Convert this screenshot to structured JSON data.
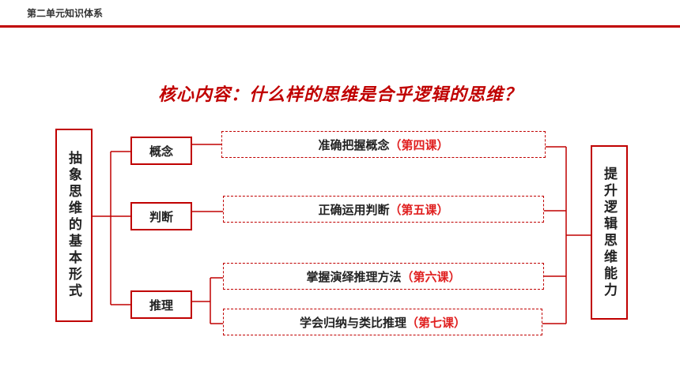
{
  "header": {
    "title": "第二单元知识体系"
  },
  "main_title": "核心内容：什么样的思维是合乎逻辑的思维？",
  "left_box": {
    "label": "抽象思维的基本形式"
  },
  "right_box": {
    "label": "提升逻辑思维能力"
  },
  "categories": [
    {
      "label": "概念"
    },
    {
      "label": "判断"
    },
    {
      "label": "推理"
    }
  ],
  "items": [
    {
      "text": "准确把握概念",
      "lesson": "（第四课）"
    },
    {
      "text": "正确运用判断",
      "lesson": "（第五课）"
    },
    {
      "text": "掌握演绎推理方法",
      "lesson": "（第六课）"
    },
    {
      "text": "学会归纳与类比推理",
      "lesson": "（第七课）"
    }
  ],
  "colors": {
    "accent": "#c00000",
    "lesson": "#e02020"
  }
}
